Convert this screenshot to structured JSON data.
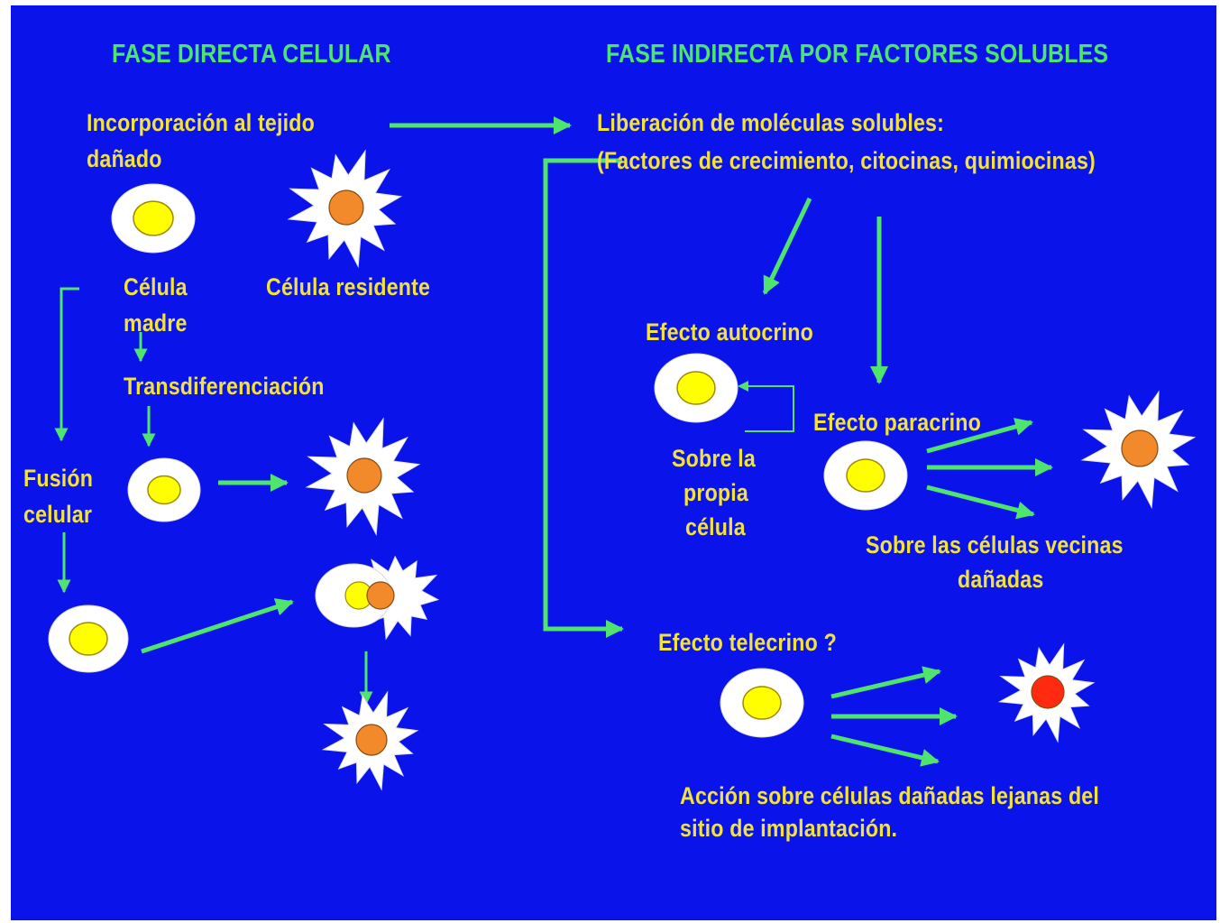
{
  "colors": {
    "background": "#0a14ea",
    "text": "#f2e23c",
    "heading": "#4ee46e",
    "arrow": "#4ee46e",
    "cell_white": "#ffffff",
    "stem_nucleus": "#ffff00",
    "resident_nucleus": "#f28a2c",
    "damaged_nucleus": "#ff2a10"
  },
  "left": {
    "heading": "FASE DIRECTA CELULAR",
    "incorporation_line1": "Incorporación al tejido",
    "incorporation_line2": "dañado",
    "stem_cell_line1": "Célula",
    "stem_cell_line2": "madre",
    "resident_cell": "Célula residente",
    "transdifferentiation": "Transdiferenciación",
    "fusion_line1": "Fusión",
    "fusion_line2": "celular"
  },
  "right": {
    "heading": "FASE INDIRECTA POR FACTORES SOLUBLES",
    "release_line1": "Liberación de moléculas solubles:",
    "release_line2": "(Factores de crecimiento, citocinas, quimiocinas)",
    "autocrine_title": "Efecto autocrino",
    "autocrine_line1": "Sobre la",
    "autocrine_line2": "propia",
    "autocrine_line3": "célula",
    "paracrine_title": "Efecto  paracrino",
    "paracrine_line1": "Sobre las células vecinas",
    "paracrine_line2": "dañadas",
    "telecrine_title": "Efecto telecrino  ?",
    "telecrine_line1": "Acción  sobre  células  dañadas  lejanas  del",
    "telecrine_line2": "sitio de implantación."
  },
  "icons": [
    "stem-cell-icon",
    "resident-cell-icon",
    "damaged-cell-icon",
    "fused-cell-icon",
    "arrow-icon"
  ]
}
